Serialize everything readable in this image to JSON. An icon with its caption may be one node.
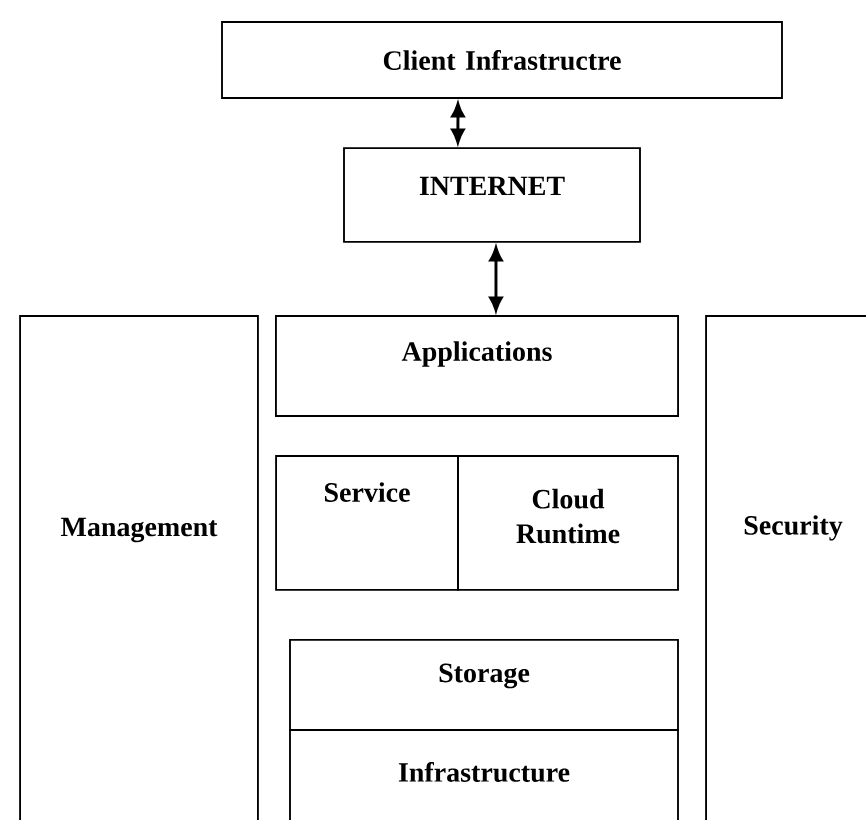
{
  "diagram": {
    "nodes": [
      {
        "text": [
          "Client Infrastructre"
        ]
      },
      {
        "text": [
          "INTERNET"
        ]
      },
      {
        "text": [
          "Management"
        ]
      },
      {
        "text": [
          "Applications"
        ]
      },
      {
        "text": [
          "Service"
        ]
      },
      {
        "text": [
          "Cloud Runtime"
        ]
      },
      {
        "text": [
          "Storage"
        ]
      },
      {
        "text": [
          "Infrastructure"
        ]
      },
      {
        "text": [
          "Security"
        ]
      }
    ],
    "edges": [
      {
        "from": 0,
        "to": 1,
        "arrow": "both"
      },
      {
        "from": 1,
        "to": 3,
        "arrow": "both"
      }
    ]
  }
}
